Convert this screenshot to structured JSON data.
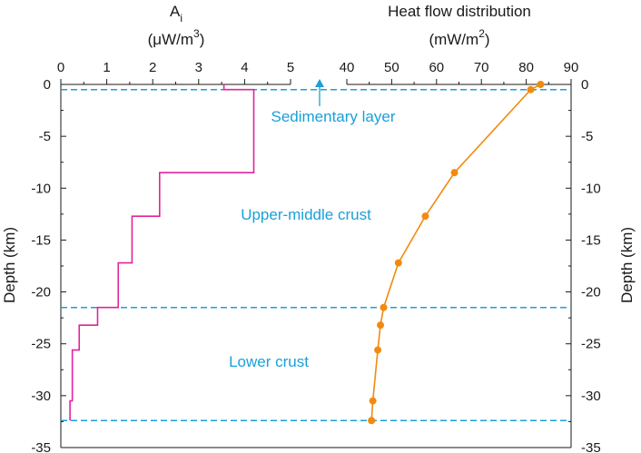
{
  "colors": {
    "axis": "#1a1a1a",
    "heat_production": "#e0249b",
    "heat_flow": "#f28a0f",
    "heat_flow_marker": "#f28a0f",
    "boundary": "#1aa0d8",
    "annotation": "#1aa0d8"
  },
  "chart_data": [
    {
      "type": "line",
      "panel": "left",
      "title_main": "A",
      "title_sub": "i",
      "unit_prefix": "(μW/m",
      "unit_sup": "3",
      "unit_suffix": ")",
      "ylabel": "Depth (km)",
      "xlim": [
        0,
        5
      ],
      "ylim": [
        -35,
        0
      ],
      "x_ticks": [
        "0",
        "1",
        "2",
        "3",
        "4",
        "5"
      ],
      "y_ticks": [
        "0",
        "-5",
        "-10",
        "-15",
        "-20",
        "-25",
        "-30",
        "-35"
      ],
      "step_profile": [
        {
          "x": 3.55,
          "y": 0
        },
        {
          "x": 3.55,
          "y": -0.5
        },
        {
          "x": 4.2,
          "y": -0.5
        },
        {
          "x": 4.2,
          "y": -8.5
        },
        {
          "x": 2.15,
          "y": -8.5
        },
        {
          "x": 2.15,
          "y": -12.7
        },
        {
          "x": 1.55,
          "y": -12.7
        },
        {
          "x": 1.55,
          "y": -17.2
        },
        {
          "x": 1.25,
          "y": -17.2
        },
        {
          "x": 1.25,
          "y": -21.5
        },
        {
          "x": 0.8,
          "y": -21.5
        },
        {
          "x": 0.8,
          "y": -23.2
        },
        {
          "x": 0.4,
          "y": -23.2
        },
        {
          "x": 0.4,
          "y": -25.6
        },
        {
          "x": 0.25,
          "y": -25.6
        },
        {
          "x": 0.25,
          "y": -30.5
        },
        {
          "x": 0.2,
          "y": -30.5
        },
        {
          "x": 0.2,
          "y": -32.4
        }
      ]
    },
    {
      "type": "line",
      "panel": "right",
      "title": "Heat flow distribution",
      "unit_prefix": "(mW/m",
      "unit_sup": "2",
      "unit_suffix": ")",
      "ylabel": "Depth (km)",
      "xlim": [
        40,
        90
      ],
      "ylim": [
        -35,
        0
      ],
      "x_ticks": [
        "40",
        "50",
        "60",
        "70",
        "80",
        "90"
      ],
      "y_ticks": [
        "0",
        "-5",
        "-10",
        "-15",
        "-20",
        "-25",
        "-30",
        "-35"
      ],
      "points": [
        {
          "x": 83.2,
          "y": 0
        },
        {
          "x": 81.0,
          "y": -0.5
        },
        {
          "x": 64.0,
          "y": -8.5
        },
        {
          "x": 57.5,
          "y": -12.7
        },
        {
          "x": 51.5,
          "y": -17.2
        },
        {
          "x": 48.2,
          "y": -21.5
        },
        {
          "x": 47.5,
          "y": -23.2
        },
        {
          "x": 46.9,
          "y": -25.6
        },
        {
          "x": 45.8,
          "y": -30.5
        },
        {
          "x": 45.5,
          "y": -32.4
        }
      ]
    }
  ],
  "boundaries": [
    -0.5,
    -21.5,
    -32.4
  ],
  "annotations": {
    "sedimentary": "Sedimentary layer",
    "upper_middle": "Upper-middle crust",
    "lower": "Lower crust"
  }
}
